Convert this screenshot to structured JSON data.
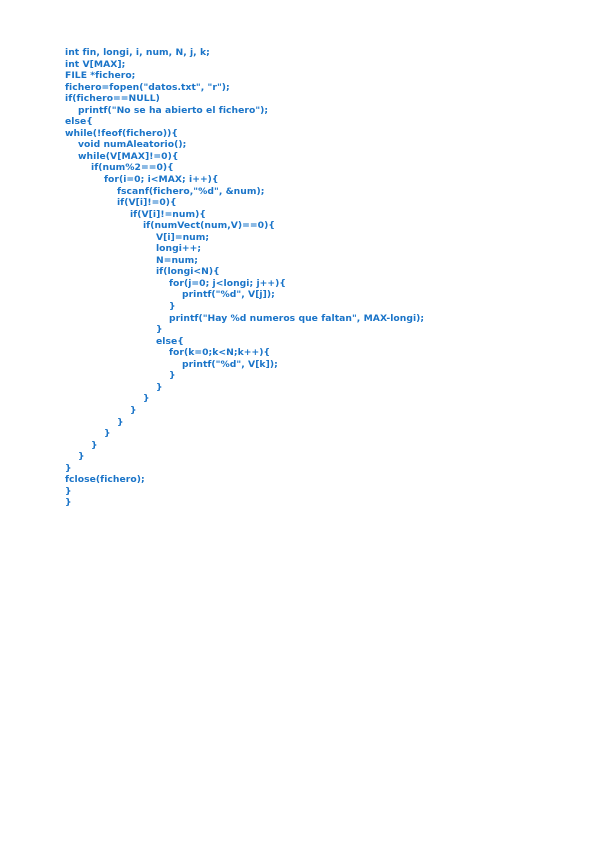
{
  "document": {
    "text_color": "#1a74c8",
    "background_color": "#ffffff",
    "code_lines": [
      "int fin, longi, i, num, N, j, k;",
      "int V[MAX];",
      "FILE *fichero;",
      "fichero=fopen(\"datos.txt\", \"r\");",
      "if(fichero==NULL)",
      "    printf(\"No se ha abierto el fichero\");",
      "else{",
      "while(!feof(fichero)){",
      "    void numAleatorio();",
      "    while(V[MAX]!=0){",
      "        if(num%2==0){",
      "            for(i=0; i<MAX; i++){",
      "                fscanf(fichero,\"%d\", &num);",
      "                if(V[i]!=0){",
      "                    if(V[i]!=num){",
      "                        if(numVect(num,V)==0){",
      "                            V[i]=num;",
      "                            longi++;",
      "                            N=num;",
      "                            if(longi<N){",
      "                                for(j=0; j<longi; j++){",
      "                                    printf(\"%d\", V[j]);",
      "                                }",
      "                                printf(\"Hay %d numeros que faltan\", MAX-longi);",
      "                            }",
      "                            else{",
      "                                for(k=0;k<N;k++){",
      "                                    printf(\"%d\", V[k]);",
      "                                }",
      "                            }",
      "                        }",
      "                    }",
      "                }",
      "            }",
      "        }",
      "    }",
      "}",
      "fclose(fichero);",
      "}",
      "}"
    ]
  }
}
